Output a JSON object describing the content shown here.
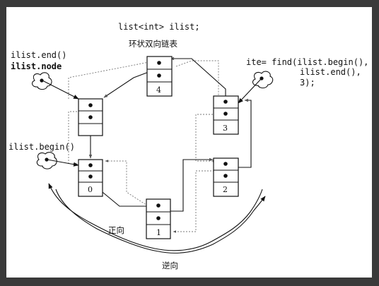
{
  "header": {
    "decl": "list<int> ilist;",
    "subtitle": "环状双向链表"
  },
  "labels": {
    "end_call": "ilist.end()",
    "end_node": "ilist.node",
    "begin_call": "ilist.begin()",
    "find_line1": "ite= find(ilist.begin(),",
    "find_line2": "ilist.end(),",
    "find_line3": "3);",
    "forward": "正向",
    "backward": "逆向"
  },
  "nodes": [
    {
      "id": "end",
      "label": ""
    },
    {
      "id": "n0",
      "label": "0"
    },
    {
      "id": "n1",
      "label": "1"
    },
    {
      "id": "n2",
      "label": "2"
    },
    {
      "id": "n3",
      "label": "3"
    },
    {
      "id": "n4",
      "label": "4"
    }
  ]
}
